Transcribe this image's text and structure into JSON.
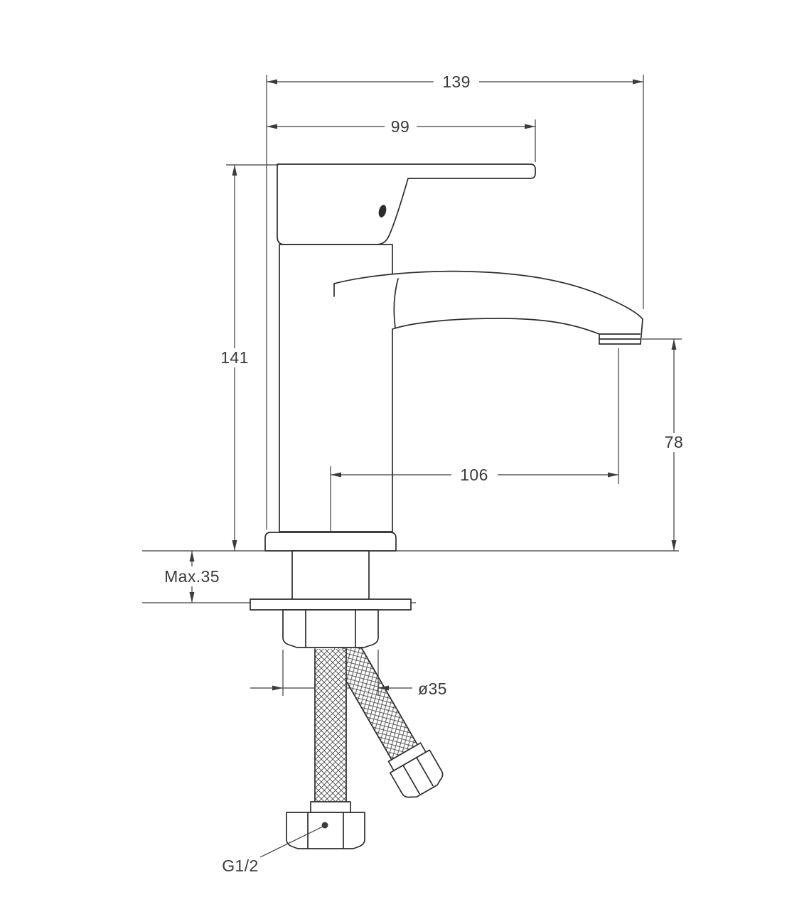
{
  "drawing": {
    "dimensions": {
      "overall_depth": "139",
      "handle_reach": "99",
      "body_height": "141",
      "spout_outlet_height": "78",
      "spout_reach": "106",
      "max_counter_thickness": "Max.35",
      "mounting_hole_diameter": "ø35",
      "hose_thread_size": "G1/2"
    },
    "colors": {
      "background": "#ffffff",
      "line": "#2d2d2d",
      "text": "#3a3a3a"
    }
  }
}
